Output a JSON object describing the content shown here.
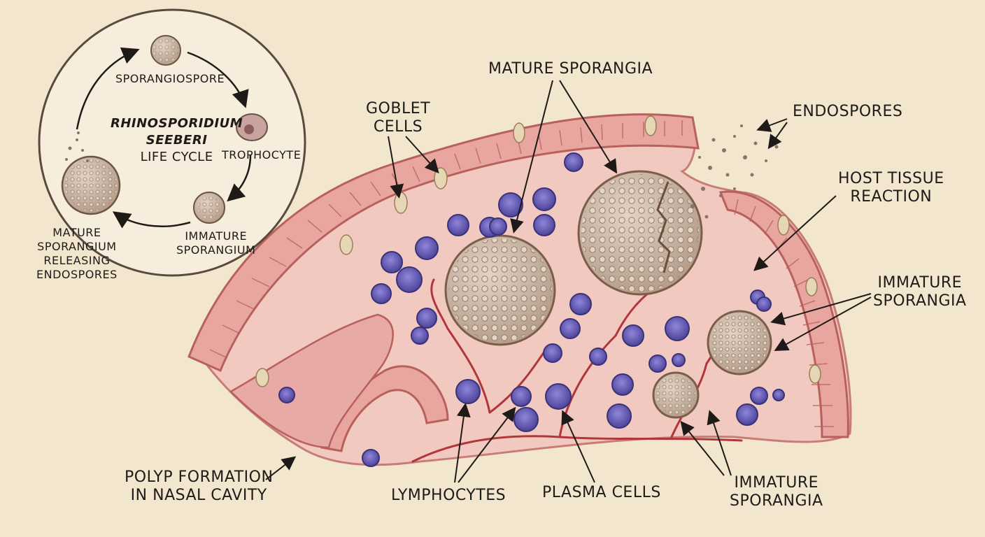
{
  "life_cycle": {
    "title_line1": "RHINOSPORIDIUM",
    "title_line2": "SEEBERI",
    "title_line3": "LIFE CYCLE",
    "stages": {
      "sporangiospore": "SPORANGIOSPORE",
      "trophocyte": "TROPHOCYTE",
      "immature_line1": "IMMATURE",
      "immature_line2": "SPORANGIUM",
      "mature_line1": "MATURE",
      "mature_line2": "SPORANGIUM",
      "mature_line3": "RELEASING",
      "mature_line4": "ENDOSPORES"
    }
  },
  "labels": {
    "mature_sporangia": "MATURE SPORANGIA",
    "goblet_line1": "GOBLET",
    "goblet_line2": "CELLS",
    "endospores": "ENDOSPORES",
    "host_line1": "HOST TISSUE",
    "host_line2": "REACTION",
    "immature_right_line1": "IMMATURE",
    "immature_right_line2": "SPORANGIA",
    "immature_bottom_line1": "IMMATURE",
    "immature_bottom_line2": "SPORANGIA",
    "polyp_line1": "POLYP FORMATION",
    "polyp_line2": "IN NASAL CAVITY",
    "lymphocytes": "LYMPHOCYTES",
    "plasma_cells": "PLASMA CELLS"
  },
  "colors": {
    "background": "#f3e6cf",
    "tissue": "#f2c9c0",
    "epithelium": "#e9a6a0",
    "sporangium": "#c9b3a2",
    "cell": "#6f62c4",
    "vessel": "#b0363a"
  }
}
